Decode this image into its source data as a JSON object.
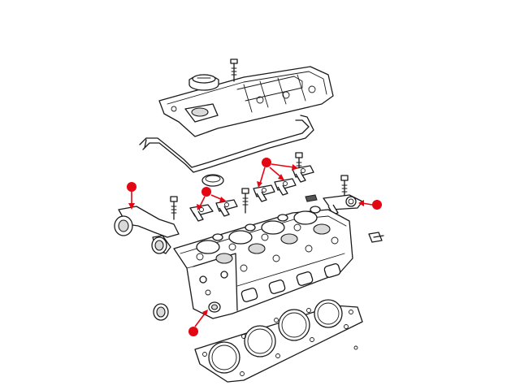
{
  "diagram": {
    "colors": {
      "marker": "#e30613",
      "line": "#1a1a1a",
      "background": "#ffffff"
    },
    "markers": [
      {
        "id": "marker-left-bearing-cap",
        "points_to": "camshaft-bearing-cap-left"
      },
      {
        "id": "marker-rocker-pair-left",
        "points_to": "rocker-arm-pair-left"
      },
      {
        "id": "marker-rocker-group-center",
        "points_to": "rocker-arm-group-center"
      },
      {
        "id": "marker-rocker-right",
        "points_to": "rocker-arm-right"
      },
      {
        "id": "marker-cylinder-head-plug",
        "points_to": "cylinder-head-plug"
      }
    ]
  }
}
